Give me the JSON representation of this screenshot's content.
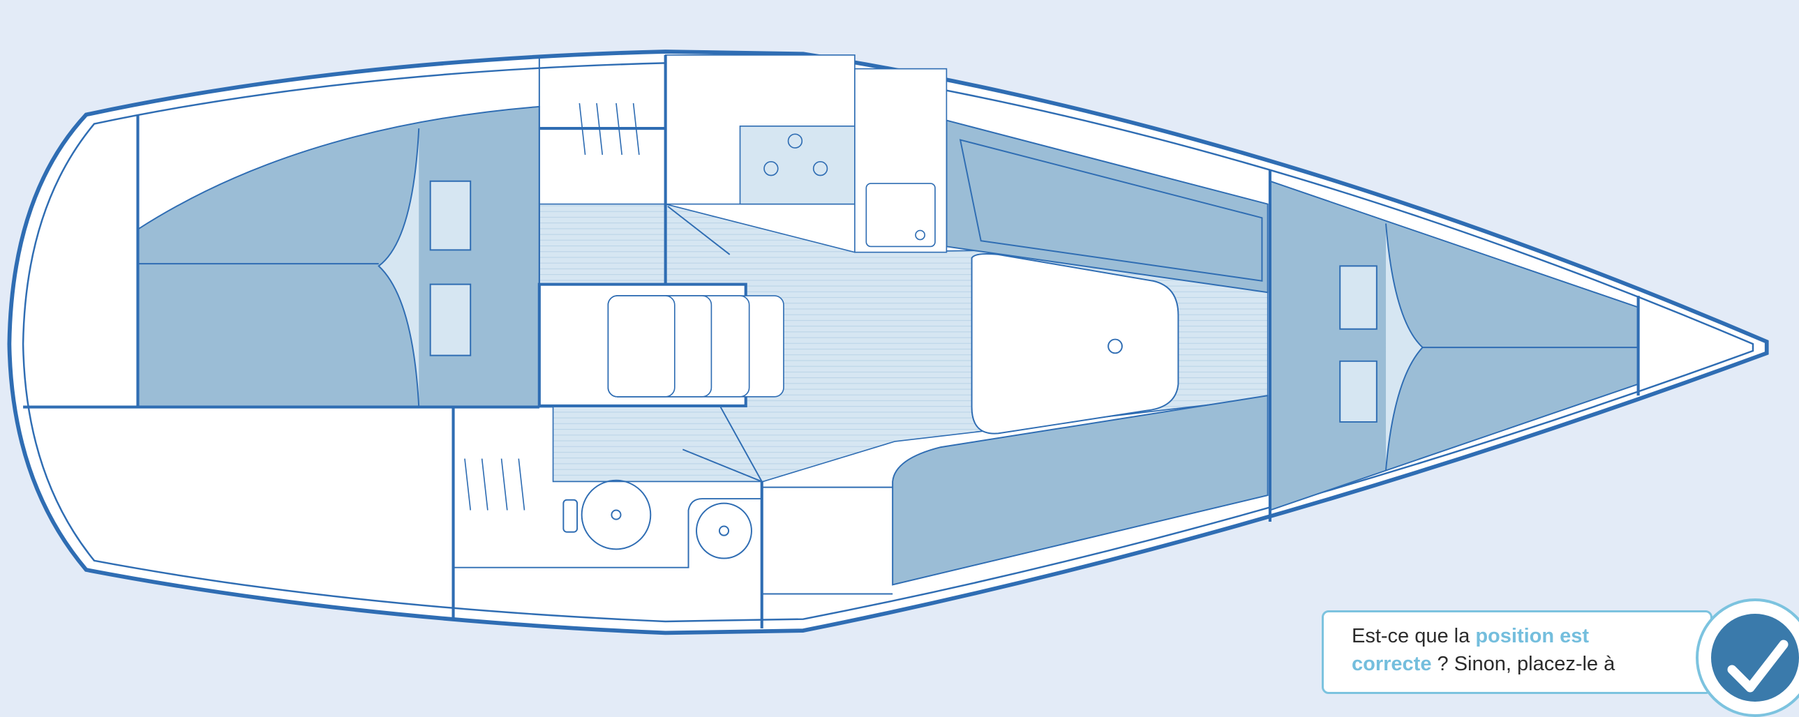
{
  "prompt": {
    "part1": "Est-ce que la ",
    "highlight1": "position est",
    "highlight2": "correcte",
    "part2": " ? Sinon, placez-le à"
  },
  "colors": {
    "background": "#e3ebf7",
    "line": "#2f6db3",
    "berth": "#9bbdd6",
    "floor": "#d6e6f2",
    "accent": "#74bedd",
    "confirm": "#3a7aab"
  },
  "icons": {
    "confirm": "check-icon"
  }
}
